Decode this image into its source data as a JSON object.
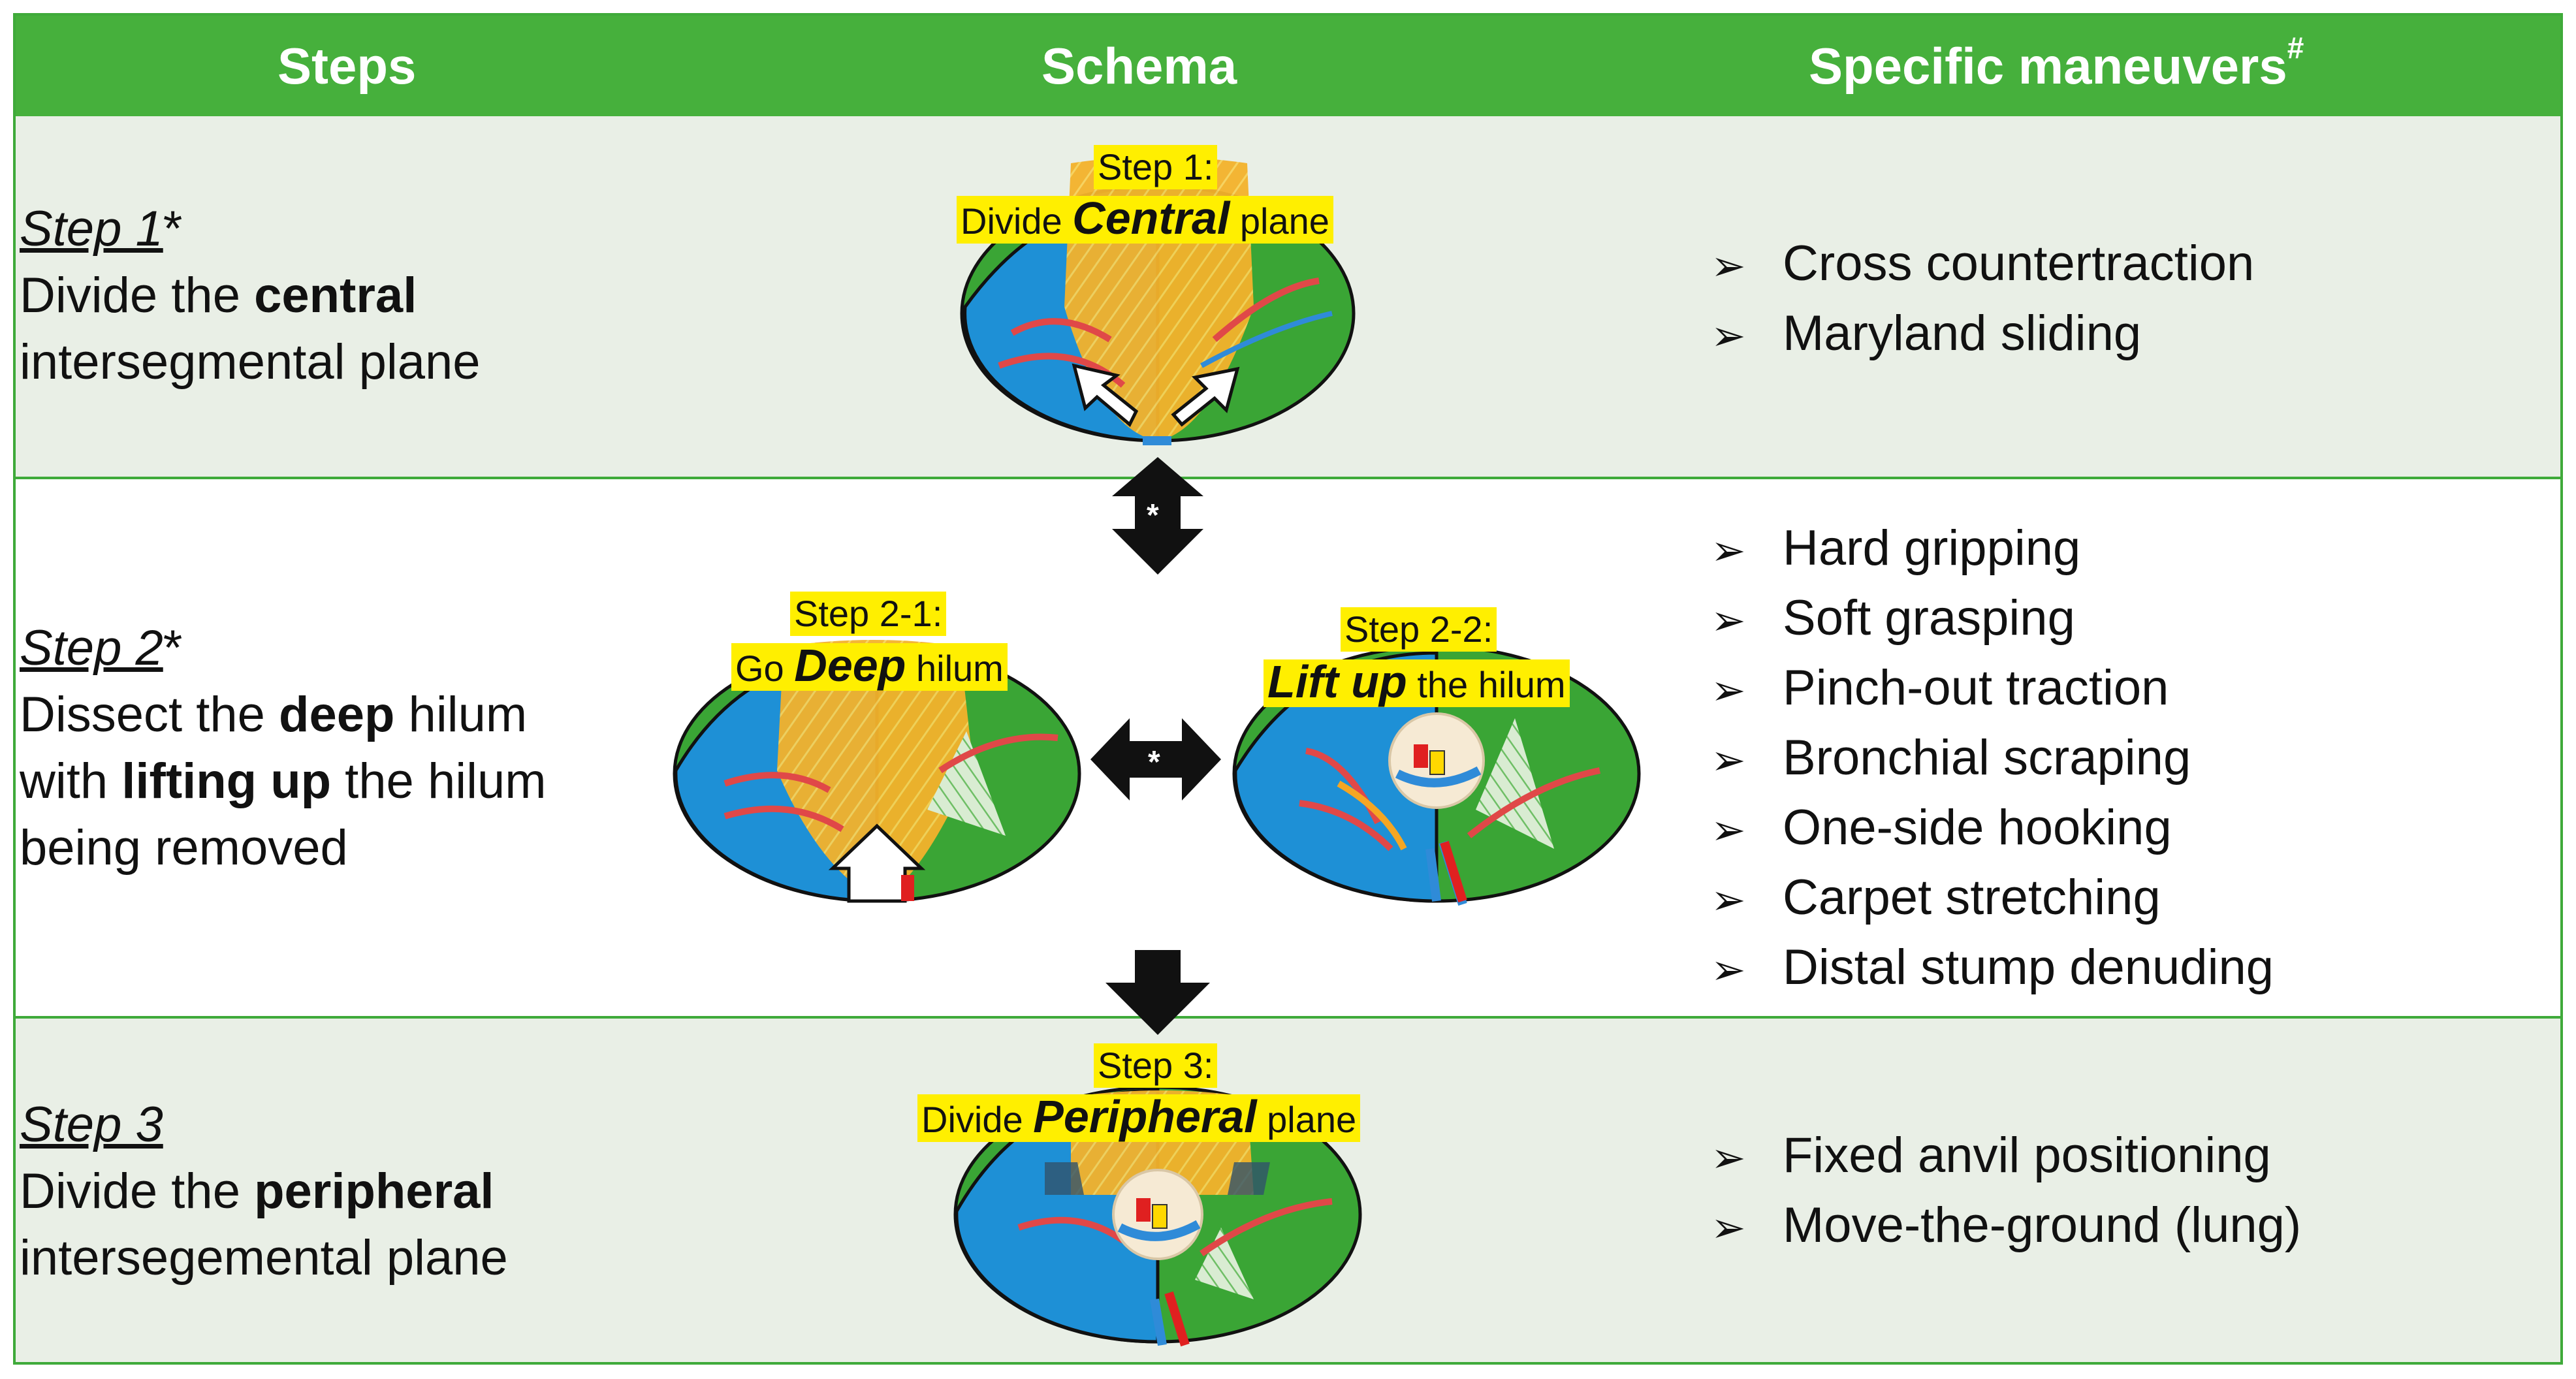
{
  "header": {
    "steps": "Steps",
    "schema": "Schema",
    "maneuvers": "Specific maneuvers",
    "maneuvers_mark": "#"
  },
  "step1": {
    "title": "Step 1",
    "mark": "*",
    "line1_pre": "Divide the ",
    "line1_bold": "central",
    "line2": "intersegmental plane",
    "schema_label_1": "Step 1:",
    "schema_label_2_pre": "Divide ",
    "schema_label_2_bold": "Central",
    "schema_label_2_post": " plane",
    "maneuvers": [
      "Cross countertraction",
      "Maryland sliding"
    ]
  },
  "step2": {
    "title": "Step 2",
    "mark": "*",
    "line1_pre": "Dissect the ",
    "line1_bold": "deep",
    "line1_post": " hilum",
    "line2_pre": "with ",
    "line2_bold": "lifting up",
    "line2_post": " the hilum",
    "line3": "being removed",
    "sub1_label_1": "Step 2-1:",
    "sub1_label_2_pre": "Go ",
    "sub1_label_2_bold": "Deep",
    "sub1_label_2_post": " hilum",
    "sub2_label_1": "Step 2-2:",
    "sub2_label_2_bold": "Lift up",
    "sub2_label_2_post": " the hilum",
    "maneuvers": [
      "Hard gripping",
      "Soft grasping",
      "Pinch-out traction",
      "Bronchial scraping",
      "One-side hooking",
      "Carpet stretching",
      "Distal stump denuding"
    ]
  },
  "step3": {
    "title": "Step 3",
    "line1_pre": "Divide the ",
    "line1_bold": "peripheral",
    "line2": "intersegemental plane",
    "schema_label_1": "Step 3:",
    "schema_label_2_pre": "Divide ",
    "schema_label_2_bold": "Peripheral",
    "schema_label_2_post": " plane",
    "maneuvers": [
      "Fixed anvil positioning",
      "Move-the-ground (lung)"
    ]
  },
  "arrow_marks": {
    "vertical": "*",
    "horizontal": "*"
  },
  "bullet_symbol": "➢",
  "colors": {
    "header_green": "#46b03c",
    "row_tint": "#e9efe6",
    "label_yellow": "#ffef00",
    "lung_blue": "#1e90d6",
    "lung_green": "#3aa535",
    "cone_orange": "#f5a623"
  }
}
